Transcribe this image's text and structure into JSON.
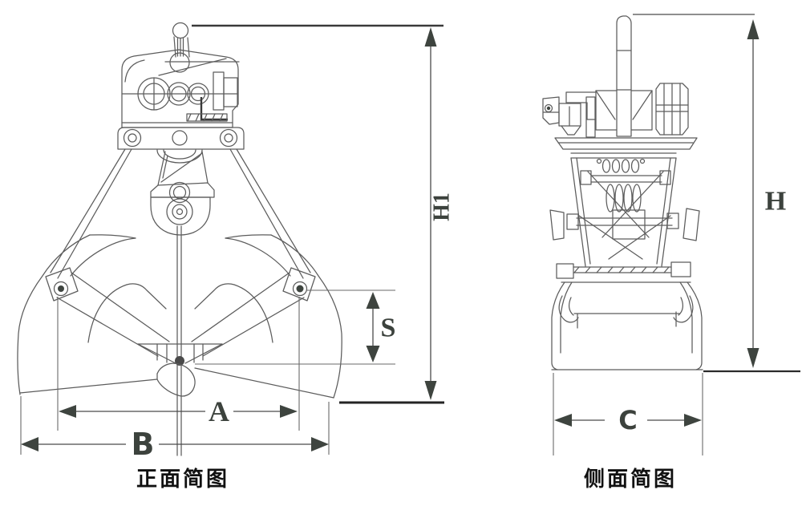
{
  "figure": {
    "front_view": {
      "caption": "正面简图",
      "dim_height": "H1",
      "dim_stroke": "S",
      "dim_open_width": "A",
      "dim_overall_width": "B"
    },
    "side_view": {
      "caption": "侧面简图",
      "dim_height": "H",
      "dim_width": "C"
    },
    "colors": {
      "line": "#5c5c5c",
      "dimension": "#4a4a4a",
      "arrow": "#3e443f",
      "ground": "#242424",
      "label": "#3c423d",
      "caption": "#111111",
      "background": "#ffffff"
    }
  }
}
